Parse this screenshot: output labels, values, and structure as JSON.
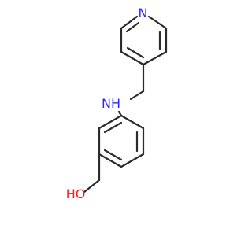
{
  "molecule": {
    "atoms": [
      {
        "id": "N1",
        "label": "N",
        "color": "#2a2aff"
      },
      {
        "id": "NH",
        "label": "NH",
        "color": "#2a2aff"
      },
      {
        "id": "OH",
        "label": "HO",
        "color": "#ff1a1a"
      }
    ],
    "bond_color": "#2b2b2b"
  }
}
